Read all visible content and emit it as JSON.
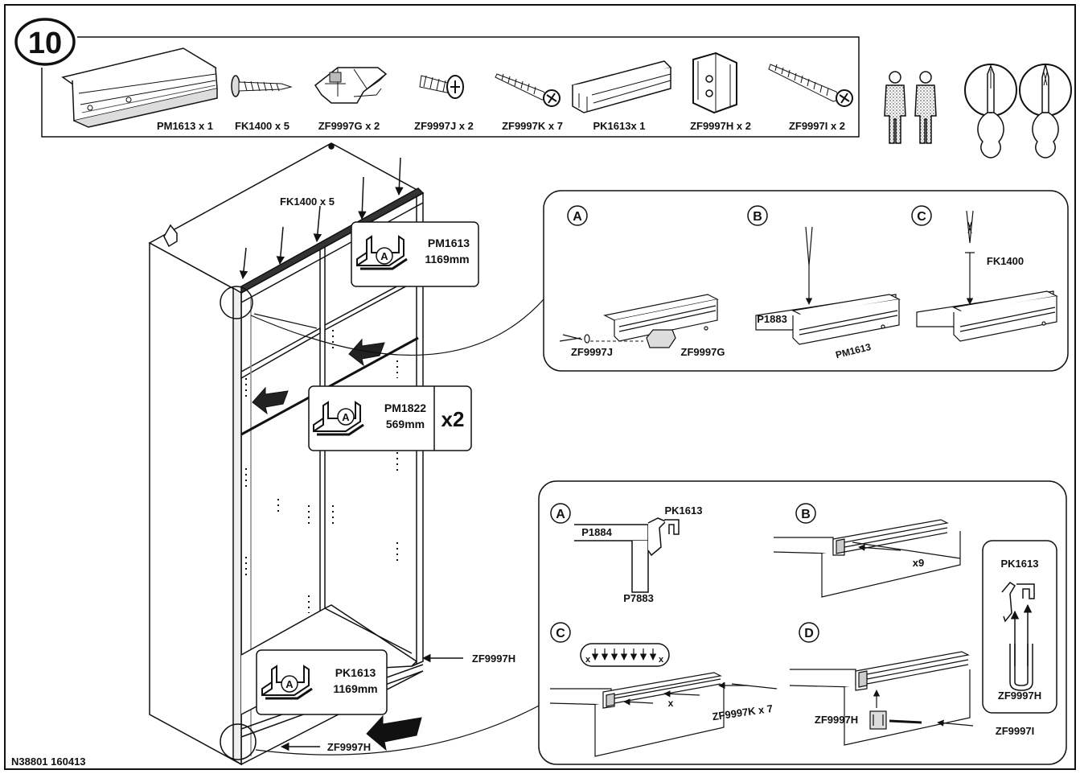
{
  "step": {
    "number": "10"
  },
  "parts": [
    {
      "id": "pm1613",
      "label": "PM1613 x 1"
    },
    {
      "id": "fk1400",
      "label": "FK1400 x 5"
    },
    {
      "id": "zf9997g",
      "label": "ZF9997G x 2"
    },
    {
      "id": "zf9997j",
      "label": "ZF9997J x 2"
    },
    {
      "id": "zf9997k",
      "label": "ZF9997K x 7"
    },
    {
      "id": "pk1613",
      "label": "PK1613x 1"
    },
    {
      "id": "zf9997h",
      "label": "ZF9997H x 2"
    },
    {
      "id": "zf9997i",
      "label": "ZF9997I x 2"
    }
  ],
  "tools": [
    "two-persons-icon",
    "flat-screwdriver-icon",
    "phillips-screwdriver-icon"
  ],
  "main": {
    "fk_label": "FK1400 x 5",
    "callout_top": {
      "letter": "A",
      "code": "PM1613",
      "length": "1169mm"
    },
    "callout_mid": {
      "letter": "A",
      "code": "PM1822",
      "length": "569mm",
      "qty": "x2"
    },
    "callout_bottom": {
      "letter": "A",
      "code": "PK1613",
      "length": "1169mm"
    },
    "zf_h_right": "ZF9997H",
    "zf_h_bottom": "ZF9997H"
  },
  "detail_top": {
    "a": {
      "letter": "A",
      "left_label": "ZF9997J",
      "right_label": "ZF9997G"
    },
    "b": {
      "letter": "B",
      "panel_label": "P1883",
      "rail_label": "PM1613"
    },
    "c": {
      "letter": "C",
      "screw_label": "FK1400"
    }
  },
  "detail_bottom": {
    "a": {
      "letter": "A",
      "rail_label": "PK1613",
      "top_panel": "P1884",
      "side_panel": "P7883"
    },
    "b": {
      "letter": "B",
      "count": "x9"
    },
    "pk_box": {
      "title": "PK1613",
      "clip": "ZF9997H"
    },
    "c": {
      "letter": "C",
      "screw_label": "ZF9997K x 7",
      "x_mark": "x"
    },
    "d": {
      "letter": "D",
      "clip_label": "ZF9997H",
      "screw_label": "ZF9997I"
    }
  },
  "footer": {
    "code": "N38801 160413"
  },
  "colors": {
    "ink": "#111111",
    "paper": "#ffffff",
    "arrow": "#1a1a1a"
  }
}
